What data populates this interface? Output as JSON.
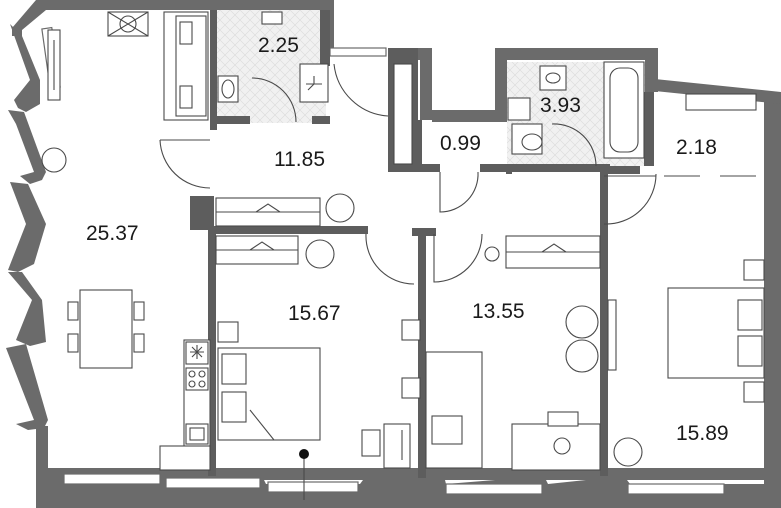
{
  "plan": {
    "rooms": [
      {
        "id": "living",
        "area": "25.37"
      },
      {
        "id": "hall",
        "area": "11.85"
      },
      {
        "id": "bath-small",
        "area": "2.25"
      },
      {
        "id": "wc",
        "area": "0.99"
      },
      {
        "id": "bath",
        "area": "3.93"
      },
      {
        "id": "wardrobe",
        "area": "2.18"
      },
      {
        "id": "bedroom-1",
        "area": "15.67"
      },
      {
        "id": "bedroom-2",
        "area": "13.55"
      },
      {
        "id": "bedroom-3",
        "area": "15.89"
      }
    ]
  },
  "colors": {
    "wall": "#6b6b6b",
    "tile": "#e6e6e6",
    "line": "#4a4a4a"
  }
}
